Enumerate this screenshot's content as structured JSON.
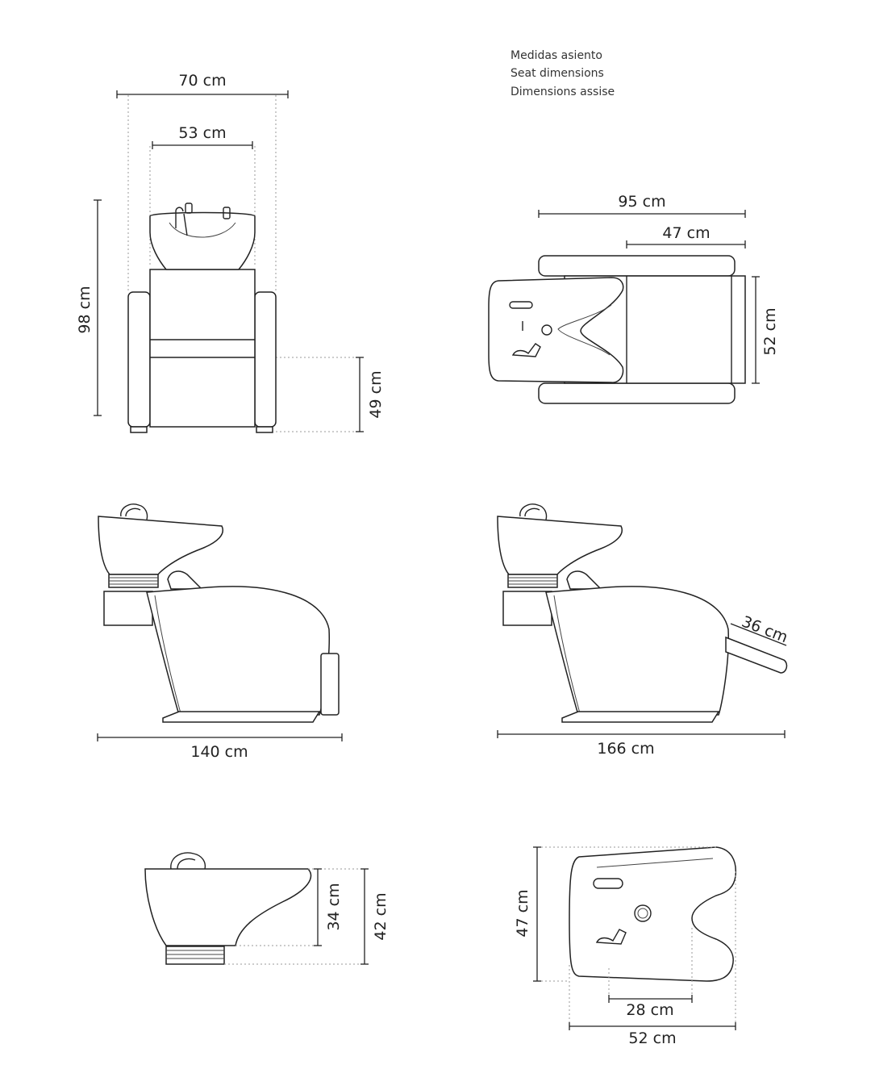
{
  "legend": {
    "lines": [
      "Medidas asiento",
      "Seat dimensions",
      "Dimensions assise"
    ]
  },
  "front_view": {
    "width_total": "70 cm",
    "width_inner": "53 cm",
    "height_total": "98 cm",
    "seat_height": "49 cm"
  },
  "top_view": {
    "length_total": "95 cm",
    "seat_length": "47 cm",
    "seat_width": "52 cm"
  },
  "side_view_closed": {
    "length": "140 cm"
  },
  "side_view_open": {
    "length": "166 cm",
    "legrest": "36 cm"
  },
  "basin_side": {
    "bowl_height": "34 cm",
    "total_height": "42 cm"
  },
  "basin_top": {
    "depth": "47 cm",
    "neck_width": "28 cm",
    "width": "52 cm"
  }
}
